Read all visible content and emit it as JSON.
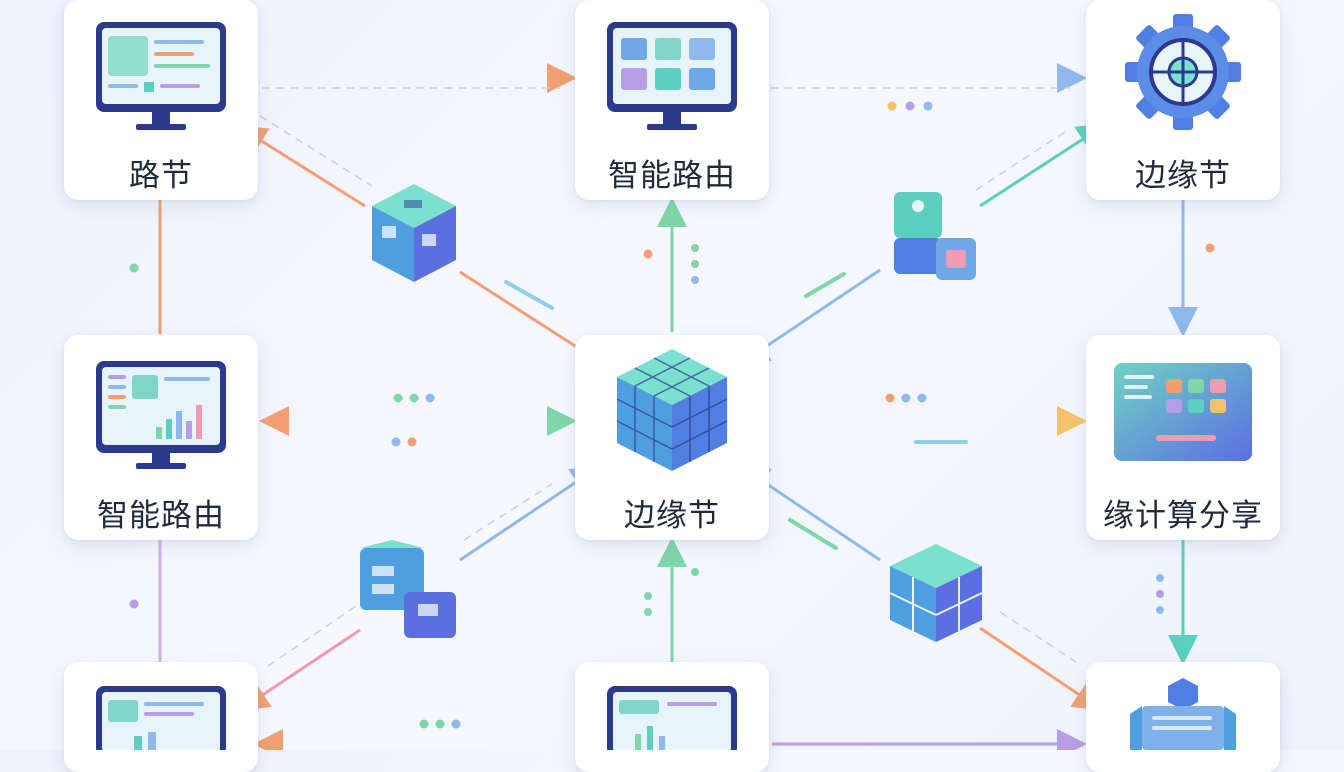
{
  "nodes": {
    "top_left": {
      "label": "路节"
    },
    "top_center": {
      "label": "智能路由"
    },
    "top_right": {
      "label": "边缘节"
    },
    "mid_left": {
      "label": "智能路由"
    },
    "center": {
      "label": "边缘节"
    },
    "mid_right": {
      "label": "缘计算分享"
    }
  },
  "colors": {
    "blue": "#8fb8ee",
    "green": "#7fd6a8",
    "orange": "#f2a073",
    "purple": "#b79de6",
    "teal": "#5ccfc1",
    "cube_top": "#7be0d0",
    "cube_side": "#4f7fe0"
  }
}
